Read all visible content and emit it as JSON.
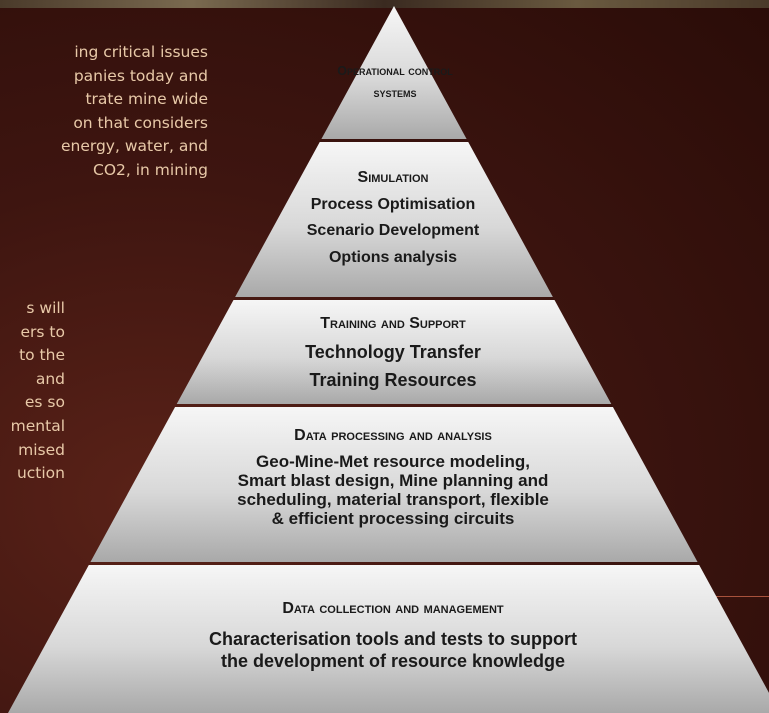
{
  "background_text": {
    "paragraph_1": [
      "ing  critical  issues",
      "panies  today  and",
      "trate   mine   wide",
      "on  that  considers",
      "energy, water, and",
      "CO2,  in  mining"
    ],
    "paragraph_2": [
      "s   will",
      "ers  to",
      "to  the",
      "and",
      "es   so",
      "mental",
      "mised",
      "uction"
    ]
  },
  "pyramid": {
    "colors": {
      "tier_light": "#f6f6f6",
      "tier_dark": "#a9a9a9",
      "text": "#1a1a1a"
    },
    "tiers": [
      {
        "title": "Operational control systems",
        "lines": []
      },
      {
        "title": "Simulation",
        "lines": [
          "Process Optimisation",
          "Scenario Development",
          "Options analysis"
        ]
      },
      {
        "title": "Training and Support",
        "lines": [
          "Technology Transfer",
          "Training Resources"
        ]
      },
      {
        "title": "Data processing and analysis",
        "lines": [
          "Geo-Mine-Met resource modeling,",
          "Smart blast design, Mine planning and",
          "scheduling, material transport, flexible",
          "& efficient processing circuits"
        ]
      },
      {
        "title": "Data collection and management",
        "lines": [
          "Characterisation tools and tests to support",
          "the development of resource knowledge"
        ]
      }
    ]
  }
}
